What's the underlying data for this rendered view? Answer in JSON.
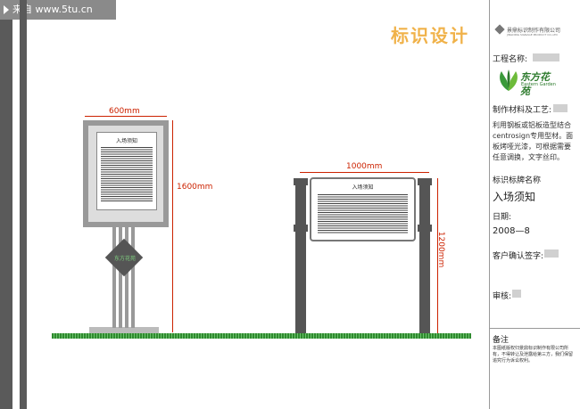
{
  "watermark": {
    "text": "来自 www.5tu.cn"
  },
  "header": {
    "title": "标识设计",
    "company_name": "景鼎标识制作有限公司",
    "company_name_en": "JINGDING SIGNAGE PRODUCT CO.,LTD"
  },
  "panel": {
    "project_label": "工程名称:",
    "logo_text": "东方花苑",
    "logo_subtext": "Eastern Garden",
    "material_label": "制作材料及工艺:",
    "material_text": "利用钢板或铝板造型结合centrosign专用型材。面板烤哑光漆，可根据需要任意调换，文字丝印。",
    "sign_name_label": "标识标牌名称",
    "sign_name": "入场须知",
    "date_label": "日期:",
    "date_value": "2008—8",
    "client_label": "客户确认签字:",
    "review_label": "审核:",
    "remarks_label": "备注",
    "remarks_text": "本图纸版权归景鼎标识制作有限公司所有，不得转让及泄露给第三方，我们保留追究行为诉讼权利。"
  },
  "sign_left": {
    "title": "入场须知",
    "logo_text": "东方花苑",
    "width_dim": "600mm",
    "height_dim": "1600mm"
  },
  "sign_right": {
    "title": "入场须知",
    "width_dim": "1000mm",
    "height_dim": "1200mm"
  },
  "colors": {
    "accent": "#f0b24a",
    "dimension": "#cc2200",
    "ground": "#2e8b2e"
  }
}
